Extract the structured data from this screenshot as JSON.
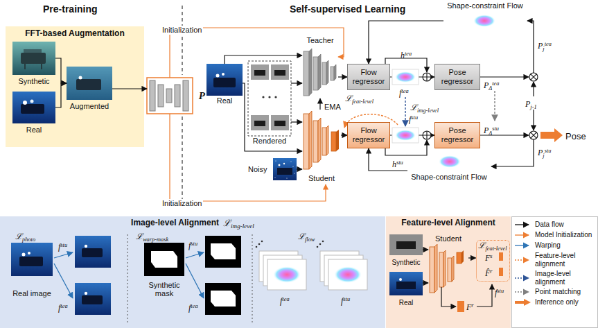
{
  "diagram": {
    "nodes": [
      {
        "text": [
          "FFT-based Augmentation"
        ]
      },
      {
        "text": [
          "Synthetic"
        ],
        "in": 0
      },
      {
        "text": [
          "Real"
        ],
        "in": 0
      },
      {
        "text": [
          "Augmented"
        ],
        "in": 0
      },
      {
        "text": [
          "P"
        ]
      },
      {
        "text": [
          "Real"
        ]
      },
      {
        "text": [
          "Rendered"
        ]
      },
      {
        "text": [
          "Noisy"
        ]
      },
      {
        "text": [
          "Teacher"
        ]
      },
      {
        "text": [
          "Student"
        ]
      },
      {
        "text": [
          "Flow regressor"
        ]
      },
      {
        "text": [
          "Flow regressor"
        ]
      },
      {
        "text": [
          "Pose regressor"
        ]
      },
      {
        "text": [
          "Pose regressor"
        ]
      },
      {
        "text": [
          "Shape-constraint Flow"
        ]
      },
      {
        "text": [
          "Shape-constraint Flow"
        ]
      },
      {
        "text": [
          "Image-level Alignment",
          "ℒimg-level"
        ]
      },
      {
        "text": [
          "Real image"
        ],
        "in": 16
      },
      {
        "text": [
          "Synthetic mask"
        ],
        "in": 16
      },
      {
        "text": [
          "Feature-level Alignment"
        ]
      },
      {
        "text": [
          "Synthetic"
        ],
        "in": 19
      },
      {
        "text": [
          "Real"
        ],
        "in": 19
      },
      {
        "text": [
          "Student"
        ],
        "in": 19
      },
      {
        "text": [
          "ℒfeat-level"
        ],
        "in": 19
      }
    ],
    "edges": [
      {
        "from": 1,
        "to": 3,
        "arrow": "to"
      },
      {
        "from": 2,
        "to": 3,
        "arrow": "to"
      },
      {
        "from": 3,
        "to": 4,
        "arrow": "to"
      },
      {
        "from": 4,
        "to": 8,
        "arrow": "to",
        "label": "Initialization"
      },
      {
        "from": 4,
        "to": 9,
        "arrow": "to",
        "label": "Initialization"
      },
      {
        "from": 5,
        "to": 8,
        "arrow": "to"
      },
      {
        "from": 5,
        "to": 9,
        "arrow": "to"
      },
      {
        "from": 6,
        "to": 8,
        "arrow": "to"
      },
      {
        "from": 6,
        "to": 9,
        "arrow": "to"
      },
      {
        "from": 7,
        "to": 9,
        "arrow": "to"
      },
      {
        "from": 9,
        "to": 8,
        "arrow": "to",
        "label": "EMA"
      },
      {
        "from": 8,
        "to": 10,
        "arrow": "to"
      },
      {
        "from": 9,
        "to": 11,
        "arrow": "to"
      },
      {
        "from": 10,
        "to": 12,
        "arrow": "to"
      },
      {
        "from": 11,
        "to": 13,
        "arrow": "to"
      },
      {
        "from": 14,
        "to": 10,
        "arrow": "to"
      },
      {
        "from": 15,
        "to": 11,
        "arrow": "to"
      },
      {
        "from": 20,
        "to": 22,
        "arrow": "to"
      },
      {
        "from": 21,
        "to": 22,
        "arrow": "to"
      },
      {
        "from": 22,
        "to": 23,
        "arrow": "to"
      }
    ],
    "labels": [
      "Pre-training",
      "Self-supervised Learning",
      "htea",
      "ftea",
      "ℒfeat-level",
      "ℒimg-level",
      "fstu",
      "hstu",
      "PΔtea",
      "PΔstu",
      "Pjtea",
      "Pj-1",
      "Pjstu",
      "Pose",
      "ℒphoto",
      "fstu",
      "ftea",
      "ℒwarp-mask",
      "fstu",
      "ftea",
      "ℒflow",
      "ftea",
      "fstu",
      "Fs",
      "F̂r",
      "Fr",
      "fstu"
    ],
    "legend": [
      {
        "text": "Data flow"
      },
      {
        "text": "Model Initialization"
      },
      {
        "text": "Warping"
      },
      {
        "text": "Feature-level alignment"
      },
      {
        "text": "Image-level alignment"
      },
      {
        "text": "Point matching"
      },
      {
        "text": "Inference only"
      }
    ]
  }
}
